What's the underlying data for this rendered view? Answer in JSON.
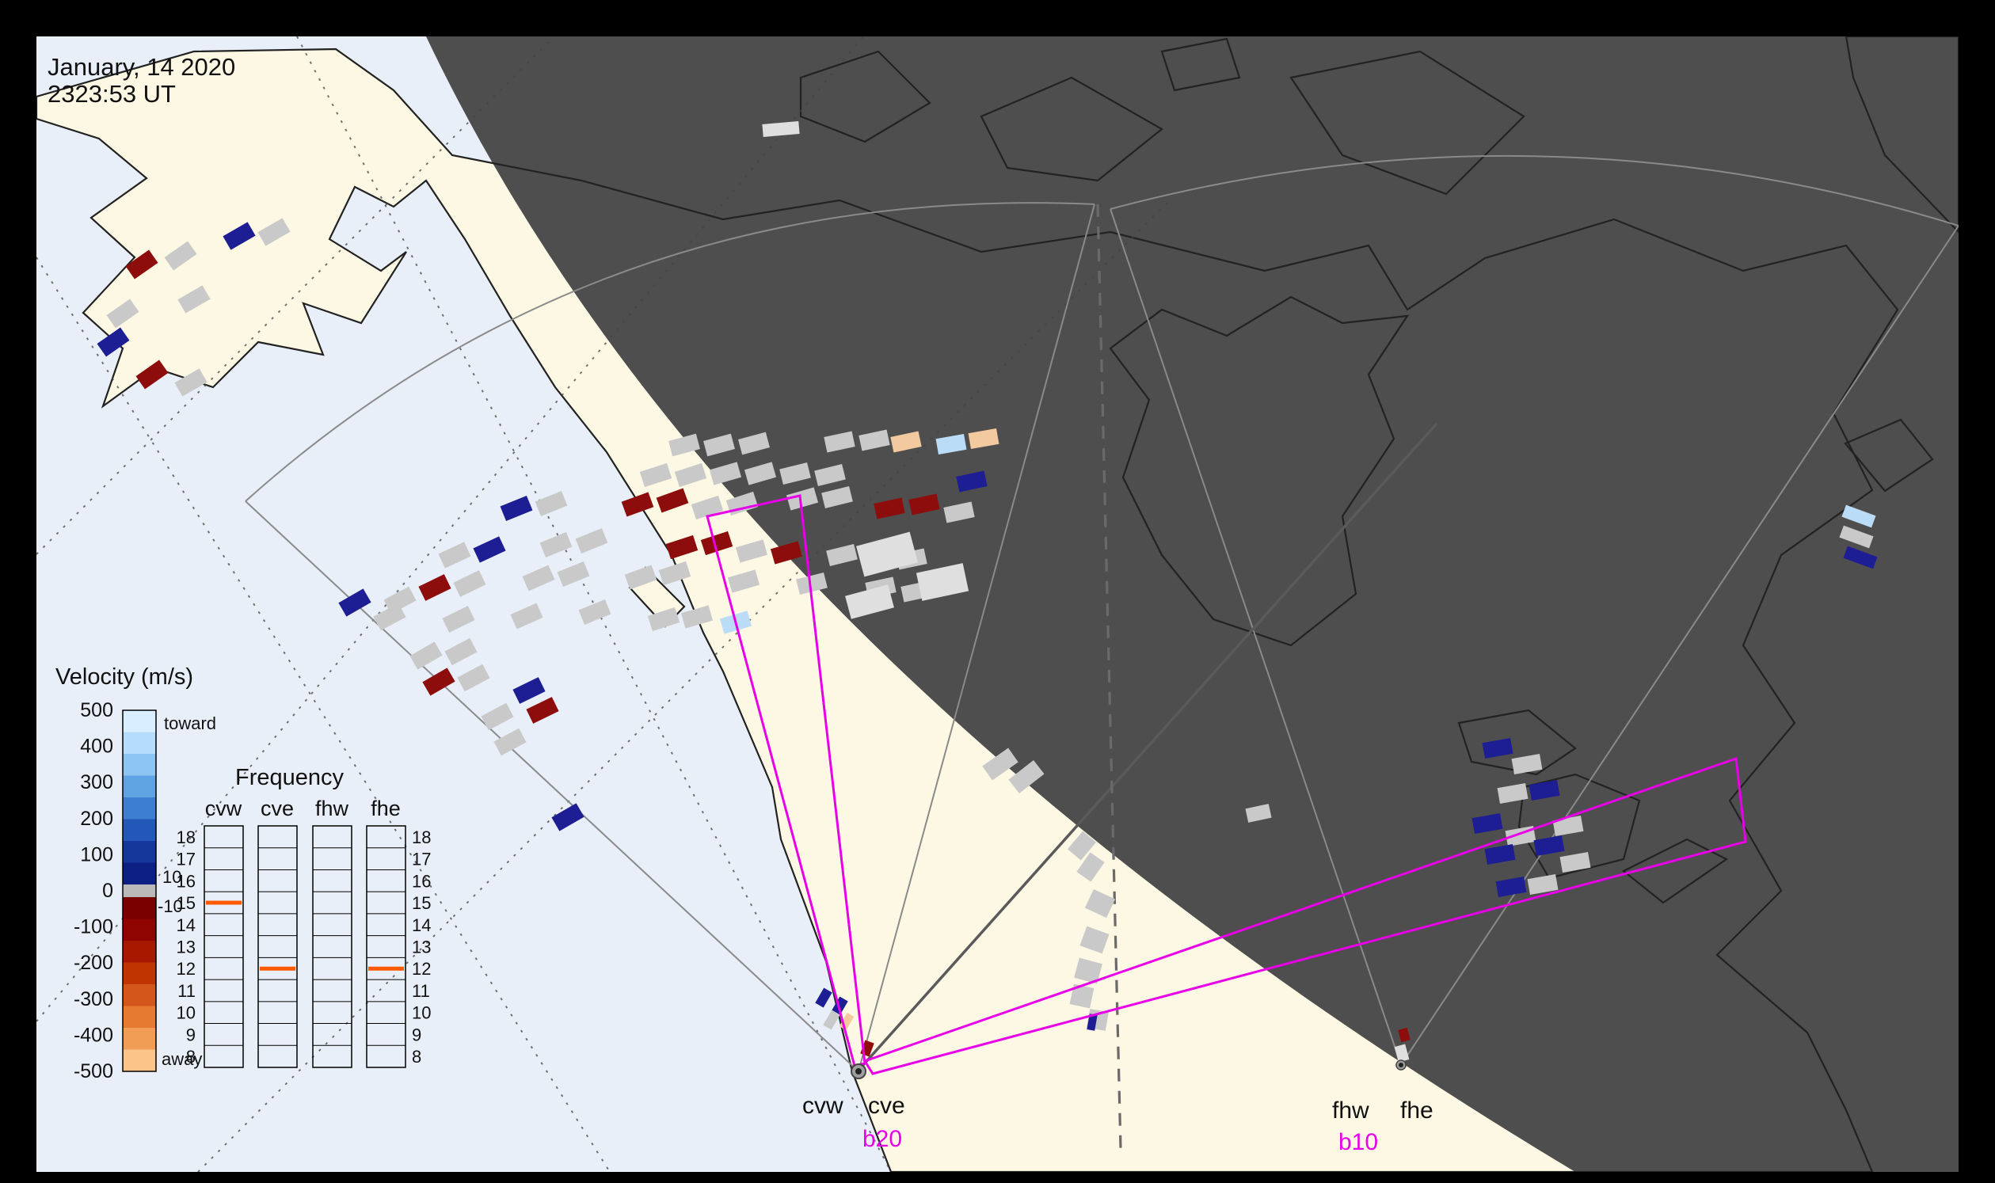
{
  "header": {
    "date_line": "January, 14 2020",
    "time_line": "2323:53 UT"
  },
  "velocity_legend": {
    "title": "Velocity (m/s)",
    "tick_labels": [
      "500",
      "400",
      "300",
      "200",
      "100",
      "0",
      "-100",
      "-200",
      "-300",
      "-400",
      "-500"
    ],
    "toward_label": "toward",
    "away_label": "away",
    "gs_band_upper": "10",
    "gs_band_lower": "-10",
    "toward_colors": [
      "#d9efff",
      "#b5dcfa",
      "#8cc4f2",
      "#5fa3e3",
      "#3d7ed0",
      "#2458b8",
      "#15379c",
      "#0b1f85"
    ],
    "gs_color": "#b9b9b9",
    "away_colors": [
      "#7a0000",
      "#900400",
      "#a81800",
      "#bf3400",
      "#d4561a",
      "#e67a30",
      "#f29d55",
      "#fbc489"
    ]
  },
  "frequency_panel": {
    "title": "Frequency",
    "columns": [
      "cvw",
      "cve",
      "fhw",
      "fhe"
    ],
    "row_values": [
      18,
      17,
      16,
      15,
      14,
      13,
      12,
      11,
      10,
      9,
      8
    ],
    "markers": {
      "cvw": 15,
      "cve": 12,
      "fhw": null,
      "fhe": 12
    },
    "marker_color": "#ff5a00"
  },
  "radar_labels": {
    "cvw": "cvw",
    "cve": "cve",
    "fhw": "fhw",
    "fhe": "fhe"
  },
  "beam_labels": {
    "cve_beam": "b20",
    "fh_beam": "b10"
  },
  "map_colors": {
    "day_ocean": "#e9eff8",
    "day_land": "#fcf8e3",
    "night": "#4e4e4e",
    "coast": "#222222",
    "fov_line": "#8a8a8a",
    "beam_outline": "#e800e8",
    "graticule": "#444444"
  },
  "cell_colors": {
    "g": "#c9c9c9",
    "r": "#8d0d0d",
    "b": "#1d1d94",
    "lb": "#badcf6",
    "t": "#f3c9a0",
    "lg": "#dfdfdf"
  },
  "cells": [
    [
      179,
      334,
      "r",
      -35
    ],
    [
      228,
      323,
      "g",
      -35
    ],
    [
      302,
      298,
      "b",
      -30
    ],
    [
      346,
      293,
      "g",
      -30
    ],
    [
      155,
      396,
      "g",
      -35
    ],
    [
      245,
      378,
      "g",
      -30
    ],
    [
      143,
      432,
      "b",
      -35
    ],
    [
      192,
      473,
      "r",
      -35
    ],
    [
      241,
      483,
      "g",
      -30
    ],
    [
      986,
      163,
      "lg",
      -5,
      46,
      16
    ],
    [
      864,
      562,
      "g",
      -15
    ],
    [
      908,
      562,
      "g",
      -15
    ],
    [
      952,
      560,
      "g",
      -15
    ],
    [
      1060,
      558,
      "g",
      -12
    ],
    [
      1104,
      556,
      "g",
      -12
    ],
    [
      1144,
      558,
      "t",
      -12
    ],
    [
      1201,
      561,
      "lb",
      -10
    ],
    [
      1242,
      554,
      "t",
      -10
    ],
    [
      1227,
      608,
      "b",
      -12
    ],
    [
      828,
      600,
      "g",
      -18
    ],
    [
      872,
      600,
      "g",
      -18
    ],
    [
      916,
      598,
      "g",
      -16
    ],
    [
      960,
      598,
      "g",
      -16
    ],
    [
      1004,
      598,
      "g",
      -14
    ],
    [
      1048,
      600,
      "g",
      -14
    ],
    [
      652,
      642,
      "b",
      -22
    ],
    [
      696,
      636,
      "g",
      -22
    ],
    [
      805,
      637,
      "r",
      -20
    ],
    [
      849,
      632,
      "r",
      -20
    ],
    [
      893,
      641,
      "g",
      -18
    ],
    [
      937,
      636,
      "g",
      -18
    ],
    [
      1013,
      630,
      "g",
      -16
    ],
    [
      1057,
      628,
      "g",
      -14
    ],
    [
      1123,
      642,
      "r",
      -12
    ],
    [
      1167,
      637,
      "r",
      -12
    ],
    [
      1211,
      647,
      "g",
      -12
    ],
    [
      574,
      701,
      "g",
      -25
    ],
    [
      618,
      694,
      "b",
      -25
    ],
    [
      702,
      688,
      "g",
      -22
    ],
    [
      747,
      683,
      "g",
      -22
    ],
    [
      861,
      691,
      "r",
      -18
    ],
    [
      905,
      686,
      "r",
      -18
    ],
    [
      949,
      696,
      "g",
      -16
    ],
    [
      993,
      698,
      "r",
      -16
    ],
    [
      1063,
      701,
      "g",
      -14
    ],
    [
      1107,
      696,
      "g",
      -14
    ],
    [
      1151,
      706,
      "g",
      -12
    ],
    [
      505,
      758,
      "g",
      -28
    ],
    [
      549,
      742,
      "r",
      -26
    ],
    [
      593,
      737,
      "g",
      -26
    ],
    [
      680,
      730,
      "g",
      -24
    ],
    [
      724,
      725,
      "g",
      -22
    ],
    [
      809,
      729,
      "g",
      -20
    ],
    [
      852,
      724,
      "g",
      -18
    ],
    [
      939,
      734,
      "g",
      -16
    ],
    [
      1025,
      737,
      "g",
      -14
    ],
    [
      1112,
      742,
      "g",
      -12
    ],
    [
      1157,
      747,
      "g",
      -12
    ],
    [
      448,
      761,
      "b",
      -30
    ],
    [
      492,
      779,
      "g",
      -28
    ],
    [
      579,
      782,
      "g",
      -26
    ],
    [
      665,
      778,
      "g",
      -24
    ],
    [
      751,
      773,
      "g",
      -22
    ],
    [
      838,
      782,
      "g",
      -18
    ],
    [
      880,
      779,
      "g",
      -16
    ],
    [
      929,
      786,
      "lb",
      -16
    ],
    [
      1120,
      700,
      "lg",
      -15,
      70,
      40
    ],
    [
      1190,
      735,
      "lg",
      -12,
      60,
      36
    ],
    [
      1098,
      760,
      "lg",
      -15,
      56,
      30
    ],
    [
      538,
      828,
      "g",
      -30
    ],
    [
      582,
      823,
      "g",
      -28
    ],
    [
      554,
      861,
      "r",
      -30
    ],
    [
      598,
      856,
      "g",
      -28
    ],
    [
      668,
      872,
      "b",
      -26
    ],
    [
      685,
      897,
      "r",
      -26
    ],
    [
      628,
      905,
      "g",
      -28
    ],
    [
      644,
      937,
      "g",
      -28
    ],
    [
      717,
      1032,
      "b",
      -30
    ],
    [
      1891,
      945,
      "b",
      -10
    ],
    [
      1928,
      965,
      "g",
      -10
    ],
    [
      1950,
      998,
      "b",
      -10
    ],
    [
      1910,
      1002,
      "g",
      -10
    ],
    [
      1878,
      1040,
      "b",
      -10
    ],
    [
      1920,
      1056,
      "g",
      -10
    ],
    [
      1956,
      1068,
      "b",
      -10
    ],
    [
      1980,
      1043,
      "g",
      -10
    ],
    [
      1948,
      1117,
      "g",
      -10
    ],
    [
      1894,
      1079,
      "b",
      -10
    ],
    [
      1989,
      1089,
      "g",
      -10
    ],
    [
      1908,
      1120,
      "b",
      -10
    ],
    [
      2347,
      652,
      "lb",
      20,
      40,
      16
    ],
    [
      2344,
      678,
      "g",
      20,
      40,
      16
    ],
    [
      2349,
      704,
      "b",
      20,
      40,
      16
    ],
    [
      1263,
      965,
      "g",
      -35,
      40,
      22
    ],
    [
      1296,
      981,
      "g",
      -38,
      40,
      22
    ],
    [
      1366,
      1068,
      "g",
      -50,
      30,
      22
    ],
    [
      1377,
      1095,
      "g",
      -55,
      30,
      22
    ],
    [
      1389,
      1141,
      "g",
      -65,
      26,
      30
    ],
    [
      1382,
      1187,
      "g",
      -70,
      26,
      30
    ],
    [
      1374,
      1226,
      "g",
      -75,
      26,
      30
    ],
    [
      1366,
      1258,
      "g",
      -78,
      26,
      26
    ],
    [
      1386,
      1288,
      "g",
      -80,
      24,
      24
    ],
    [
      1379,
      1291,
      "b",
      -80,
      20,
      10
    ],
    [
      1040,
      1260,
      "b",
      -60,
      22,
      12
    ],
    [
      1060,
      1271,
      "b",
      -60,
      22,
      12
    ],
    [
      1050,
      1288,
      "g",
      -60,
      22,
      12
    ],
    [
      1069,
      1290,
      "t",
      -60,
      20,
      10
    ],
    [
      1095,
      1324,
      "r",
      -70,
      18,
      12
    ],
    [
      1773,
      1307,
      "r",
      75,
      16,
      12
    ],
    [
      1770,
      1330,
      "lg",
      75,
      20,
      14
    ],
    [
      1589,
      1027,
      "g",
      -12,
      30,
      18
    ]
  ]
}
